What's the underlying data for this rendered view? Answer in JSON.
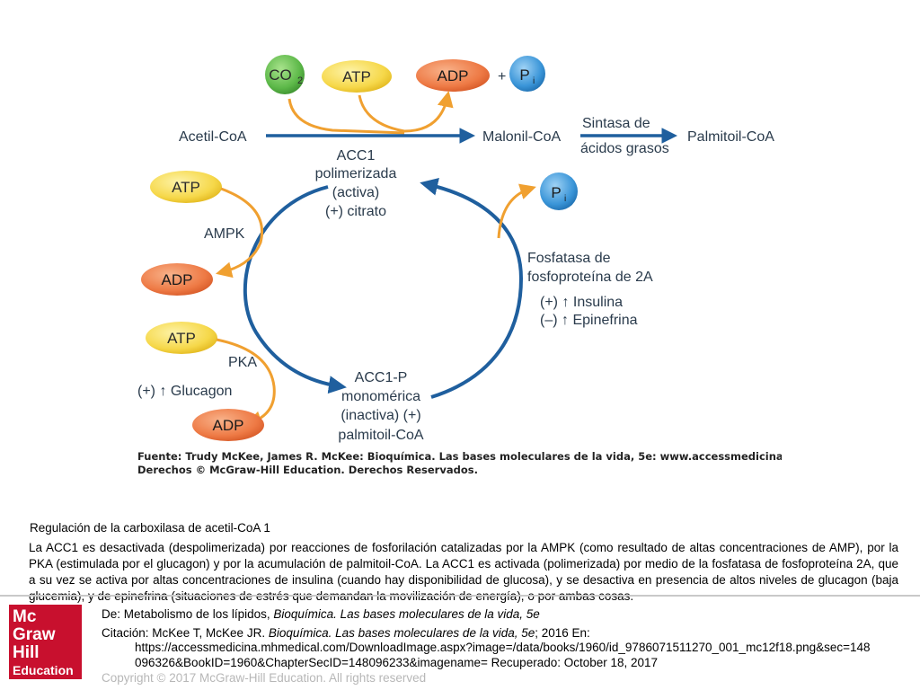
{
  "figure": {
    "top_row": {
      "co2": "CO",
      "co2_sub": "2",
      "atp": "ATP",
      "adp": "ADP",
      "plus": "+",
      "pi": "P",
      "pi_sub": "i"
    },
    "main_path": {
      "acetil": "Acetil-CoA",
      "malonil": "Malonil-CoA",
      "sintasa_1": "Sintasa de",
      "sintasa_2": "ácidos grasos",
      "palmitoil": "Palmitoil-CoA"
    },
    "acc1_active": [
      "ACC1",
      "polimerizada",
      "(activa)",
      "(+) citrato"
    ],
    "acc1_inactive": [
      "ACC1-P",
      "monomérica",
      "(inactiva) (+)",
      "palmitoil-CoA"
    ],
    "left": {
      "atp1": "ATP",
      "ampk": "AMPK",
      "adp1": "ADP",
      "atp2": "ATP",
      "pka": "PKA",
      "glucagon": "(+) ↑ Glucagon",
      "adp2": "ADP"
    },
    "right": {
      "pi": "P",
      "pi_sub": "i",
      "fosfatasa_1": "Fosfatasa de",
      "fosfatasa_2": "fosfoproteína de 2A",
      "insulina": "(+) ↑ Insulina",
      "epinefrina": "(–) ↑ Epinefrina"
    },
    "source_line1": "Fuente: Trudy McKee, James R. McKee: Bioquímica. Las bases moleculares de la vida, 5e: www.accessmedicina.com",
    "source_line2": "Derechos © McGraw-Hill Education. Derechos Reservados.",
    "colors": {
      "atp_fill": "#f6d84a",
      "adp_fill": "#ee7a45",
      "co2_fill": "#5cb848",
      "pi_fill": "#3a95d8",
      "main_arrow": "#1f5f9e",
      "orange_arrow": "#f0a030"
    }
  },
  "caption": {
    "title": "Regulación de la carboxilasa de acetil-CoA 1",
    "body": "La ACC1 es desactivada (despolimerizada) por reacciones de fosforilación catalizadas por la AMPK (como resultado de altas concentraciones de AMP), por la PKA (estimulada por el glucagon) y por la acumulación de palmitoil-CoA. La ACC1 es activada (polimerizada) por medio de la fosfatasa de fosfoproteína 2A, que a su vez se activa por altas concentraciones de insulina (cuando hay disponibilidad de glucosa), y se desactiva en presencia de altos niveles de glucagon (baja glucemia), y de epinefrina (situaciones de estrés que demandan la movilización de energía), o por ambas cosas."
  },
  "logo": {
    "line1": "Mc",
    "line2": "Graw",
    "line3": "Hill",
    "line4": "Education"
  },
  "reference": {
    "de_prefix": "De: Metabolismo de los lípidos, ",
    "de_book": "Bioquímica. Las bases moleculares de la vida, 5e",
    "cit_prefix": "Citación: McKee T, McKee JR. ",
    "cit_book": "Bioquímica. Las bases moleculares de la vida, 5e",
    "cit_suffix": "; 2016 En:",
    "url_line1": "https://accessmedicina.mhmedical.com/DownloadImage.aspx?image=/data/books/1960/id_9786071511270_001_mc12f18.png&sec=148",
    "url_line2": "096326&BookID=1960&ChapterSecID=148096233&imagename= Recuperado: October 18, 2017",
    "copyright": "Copyright © 2017 McGraw-Hill Education. All rights reserved"
  }
}
